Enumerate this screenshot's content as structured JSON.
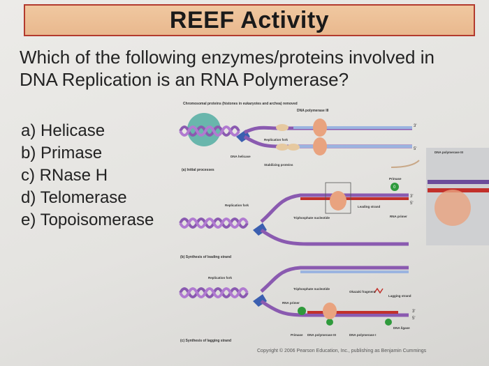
{
  "slide": {
    "title": "REEF Activity",
    "question": "Which of the following enzymes/proteins involved in DNA Replication is an RNA Polymerase?",
    "answers": [
      {
        "letter": "a)",
        "text": "Helicase"
      },
      {
        "letter": "b)",
        "text": "Primase"
      },
      {
        "letter": "c)",
        "text": "RNase H"
      },
      {
        "letter": "d)",
        "text": "Telomerase"
      },
      {
        "letter": "e)",
        "text": "Topoisomerase"
      }
    ]
  },
  "figure": {
    "panel_a": {
      "label": "(a) Initial processes",
      "chromosomal_proteins": "Chromosomal proteins (histones in eukaryotes and archea) removed",
      "dna_polymerase_iii": "DNA polymerase III",
      "replication_fork": "Replication fork",
      "dna_helicase": "DNA helicase",
      "stabilizing_proteins": "Stabilizing proteins",
      "prime_3": "3'",
      "prime_5": "5'"
    },
    "panel_b": {
      "label": "(b) Synthesis of leading strand",
      "replication_fork": "Replication fork",
      "primase": "Primase",
      "leading_strand": "Leading strand",
      "rna_primer": "RNA primer",
      "triphosphate": "Triphosphate nucleotide",
      "prime_3": "3'",
      "prime_5": "5'"
    },
    "panel_c": {
      "label": "(c) Synthesis of lagging strand",
      "replication_fork": "Replication fork",
      "triphosphate": "Triphosphate nucleotide",
      "okazaki": "Okazaki fragment",
      "lagging_strand": "Lagging strand",
      "rna_primer": "RNA primer",
      "primase": "Primase",
      "dna_pol_iii": "DNA polymerase III",
      "dna_pol_i": "DNA polymerase I",
      "dna_ligase": "DNA ligase",
      "prime_3": "3'",
      "prime_5": "5'"
    },
    "inset": {
      "dna_polymerase_iii": "DNA polymerase III"
    },
    "copyright": "Copyright © 2006 Pearson Education, Inc., publishing as Benjamin Cummings"
  },
  "colors": {
    "title_fill": "#e9b88e",
    "title_border": "#b33a2e",
    "dna_purple": "#8a5ab0",
    "polymerase_peach": "#e9a37f",
    "helicase_blue": "#3b5fb0",
    "stabilizing_tan": "#e6c9a0",
    "primase_green": "#2f9a3c",
    "rna_red": "#c2302a"
  }
}
